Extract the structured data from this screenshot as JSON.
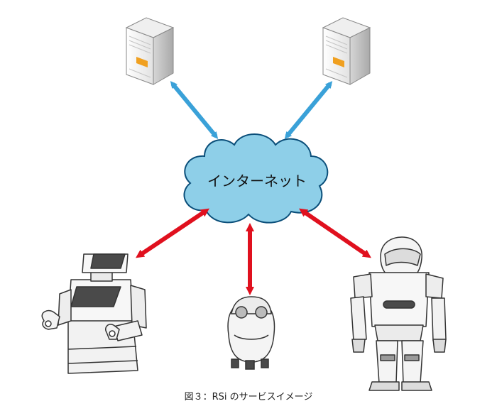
{
  "cloud": {
    "label": "インターネット"
  },
  "caption": "図３：RSi のサービスイメージ",
  "colors": {
    "cloud_fill": "#8ecfe8",
    "cloud_stroke": "#0b4f7a",
    "server_arrow": "#3aa1d8",
    "robot_arrow": "#e0101e",
    "robot_body": "#f4f4f4",
    "robot_dark": "#4a4a4a",
    "server_accent": "#f0a020"
  },
  "nodes": {
    "servers": [
      "server-left",
      "server-right"
    ],
    "robots": [
      "service-robot",
      "small-round-robot",
      "humanoid-robot"
    ]
  }
}
